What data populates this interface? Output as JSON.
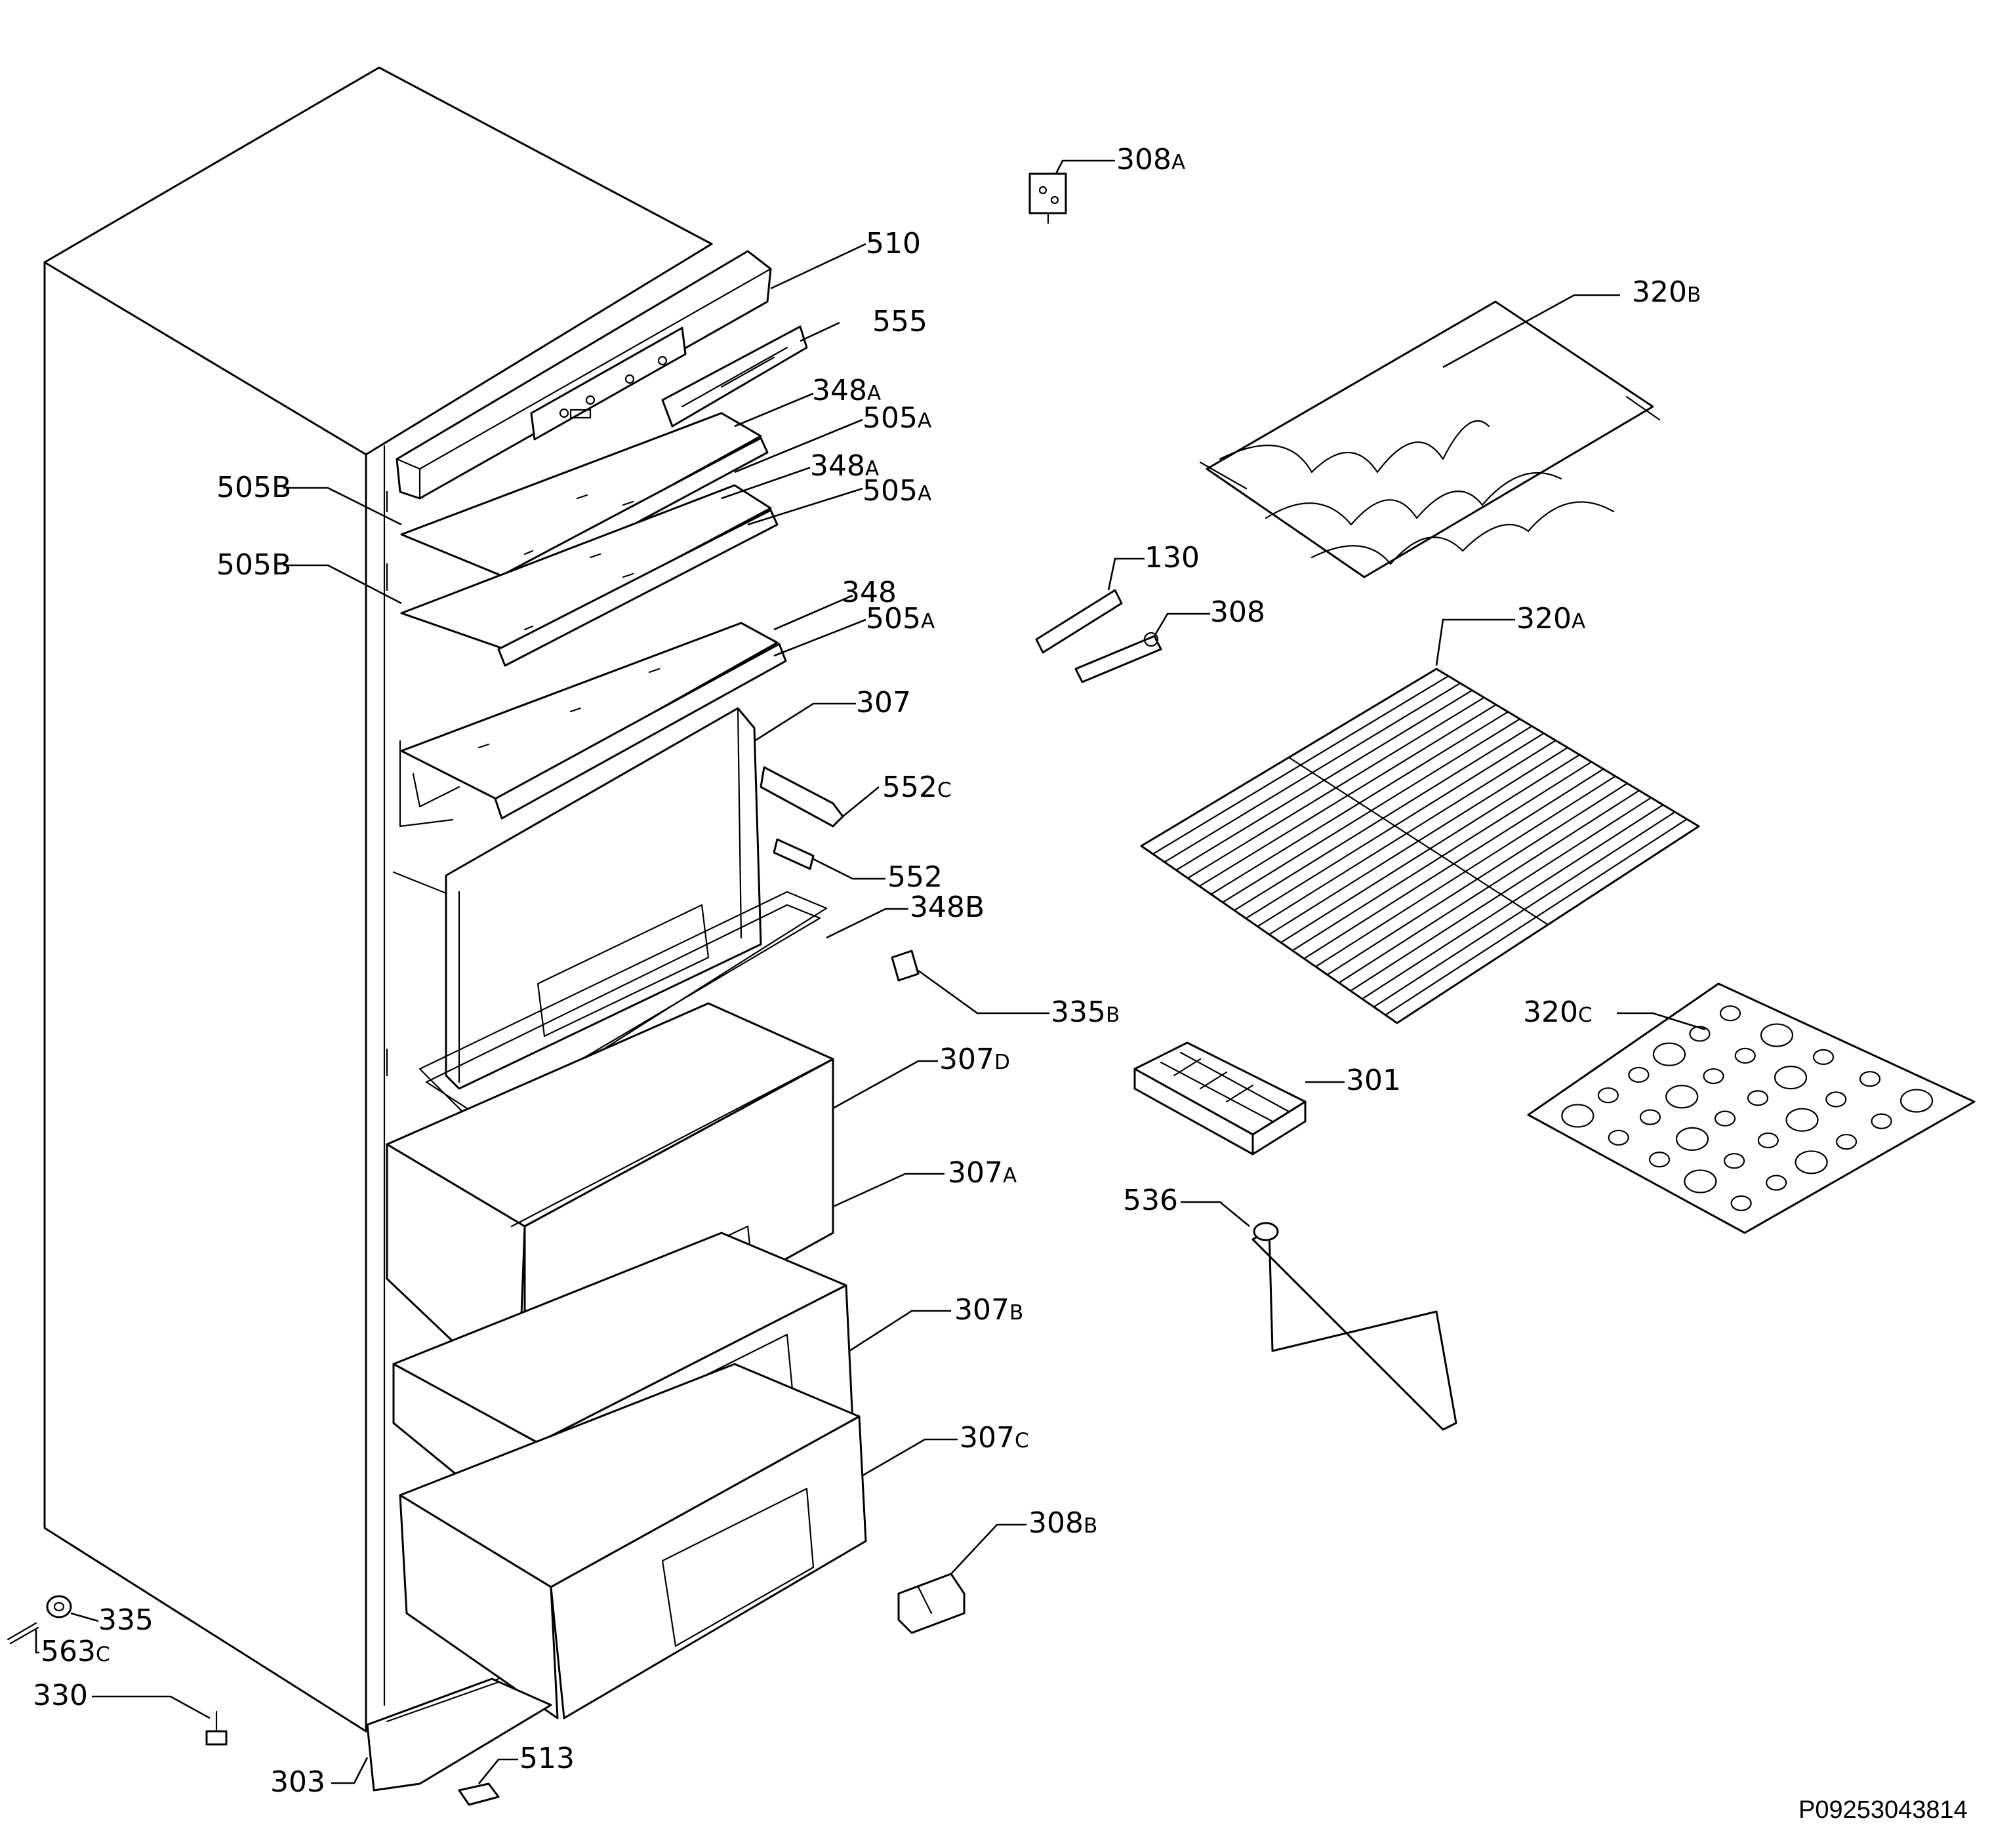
{
  "diagram": {
    "part_labels": [
      {
        "id": "308A",
        "num": "308",
        "suffix": "A"
      },
      {
        "id": "510",
        "num": "510",
        "suffix": ""
      },
      {
        "id": "555",
        "num": "555",
        "suffix": ""
      },
      {
        "id": "320B",
        "num": "320",
        "suffix": "B"
      },
      {
        "id": "348A-1",
        "num": "348",
        "suffix": "A"
      },
      {
        "id": "505A-1",
        "num": "505",
        "suffix": "A"
      },
      {
        "id": "348A-2",
        "num": "348",
        "suffix": "A"
      },
      {
        "id": "505A-2",
        "num": "505",
        "suffix": "A"
      },
      {
        "id": "505B-1",
        "num": "505B",
        "suffix": ""
      },
      {
        "id": "505B-2",
        "num": "505B",
        "suffix": ""
      },
      {
        "id": "130",
        "num": "130",
        "suffix": ""
      },
      {
        "id": "308",
        "num": "308",
        "suffix": ""
      },
      {
        "id": "348",
        "num": "348",
        "suffix": ""
      },
      {
        "id": "505A-3",
        "num": "505",
        "suffix": "A"
      },
      {
        "id": "320A",
        "num": "320",
        "suffix": "A"
      },
      {
        "id": "307",
        "num": "307",
        "suffix": ""
      },
      {
        "id": "552C",
        "num": "552",
        "suffix": "C"
      },
      {
        "id": "552",
        "num": "552",
        "suffix": ""
      },
      {
        "id": "348B",
        "num": "348B",
        "suffix": ""
      },
      {
        "id": "335B",
        "num": "335",
        "suffix": "B"
      },
      {
        "id": "320C",
        "num": "320",
        "suffix": "C"
      },
      {
        "id": "307D",
        "num": "307",
        "suffix": "D"
      },
      {
        "id": "301",
        "num": "301",
        "suffix": ""
      },
      {
        "id": "307A",
        "num": "307",
        "suffix": "A"
      },
      {
        "id": "536",
        "num": "536",
        "suffix": ""
      },
      {
        "id": "307B",
        "num": "307",
        "suffix": "B"
      },
      {
        "id": "307C",
        "num": "307",
        "suffix": "C"
      },
      {
        "id": "308B",
        "num": "308",
        "suffix": "B"
      },
      {
        "id": "335",
        "num": "335",
        "suffix": ""
      },
      {
        "id": "563C",
        "num": "563",
        "suffix": "C"
      },
      {
        "id": "330",
        "num": "330",
        "suffix": ""
      },
      {
        "id": "513",
        "num": "513",
        "suffix": ""
      },
      {
        "id": "303",
        "num": "303",
        "suffix": ""
      }
    ],
    "drawing_code": "P09253043814"
  }
}
